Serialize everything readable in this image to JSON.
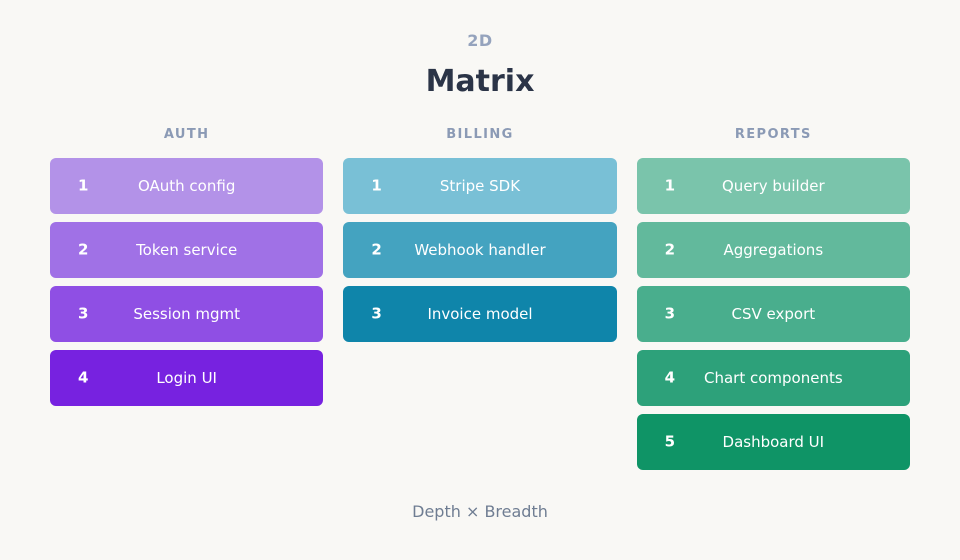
{
  "header": {
    "eyebrow": "2D",
    "title": "Matrix"
  },
  "footer": {
    "caption": "Depth × Breadth"
  },
  "colors": {
    "background": "#f9f8f5",
    "title": "#2b3447",
    "eyebrow": "#95a3bd",
    "column_header": "#8b9ab5",
    "footer": "#6f7d92",
    "card_text": "#ffffff"
  },
  "chart_data": {
    "type": "table",
    "title": "Matrix",
    "subtitle": "2D",
    "caption": "Depth × Breadth",
    "xlabel": "Breadth",
    "ylabel": "Depth",
    "categories": [
      "AUTH",
      "BILLING",
      "REPORTS"
    ],
    "values": [
      4,
      3,
      5
    ],
    "legend": "none",
    "grid": false
  },
  "columns": [
    {
      "header": "AUTH",
      "accent_light": "#b392e8",
      "accent_dark": "#7722e0",
      "count": 4,
      "cards": [
        {
          "number": "1",
          "label": "OAuth config",
          "color": "#b392e8"
        },
        {
          "number": "2",
          "label": "Token service",
          "color": "#a071e6"
        },
        {
          "number": "3",
          "label": "Session mgmt",
          "color": "#8f4fe4"
        },
        {
          "number": "4",
          "label": "Login UI",
          "color": "#7722e0"
        }
      ]
    },
    {
      "header": "BILLING",
      "accent_light": "#79c0d6",
      "accent_dark": "#0f85aa",
      "count": 3,
      "cards": [
        {
          "number": "1",
          "label": "Stripe SDK",
          "color": "#79c0d6"
        },
        {
          "number": "2",
          "label": "Webhook handler",
          "color": "#44a3c0"
        },
        {
          "number": "3",
          "label": "Invoice model",
          "color": "#0f85aa"
        }
      ]
    },
    {
      "header": "REPORTS",
      "accent_light": "#7ac4ab",
      "accent_dark": "#0f9466",
      "count": 5,
      "cards": [
        {
          "number": "1",
          "label": "Query builder",
          "color": "#7ac4ab"
        },
        {
          "number": "2",
          "label": "Aggregations",
          "color": "#62b99c"
        },
        {
          "number": "3",
          "label": "CSV export",
          "color": "#49ae8d"
        },
        {
          "number": "4",
          "label": "Chart components",
          "color": "#2da17a"
        },
        {
          "number": "5",
          "label": "Dashboard UI",
          "color": "#0f9466"
        }
      ]
    }
  ]
}
